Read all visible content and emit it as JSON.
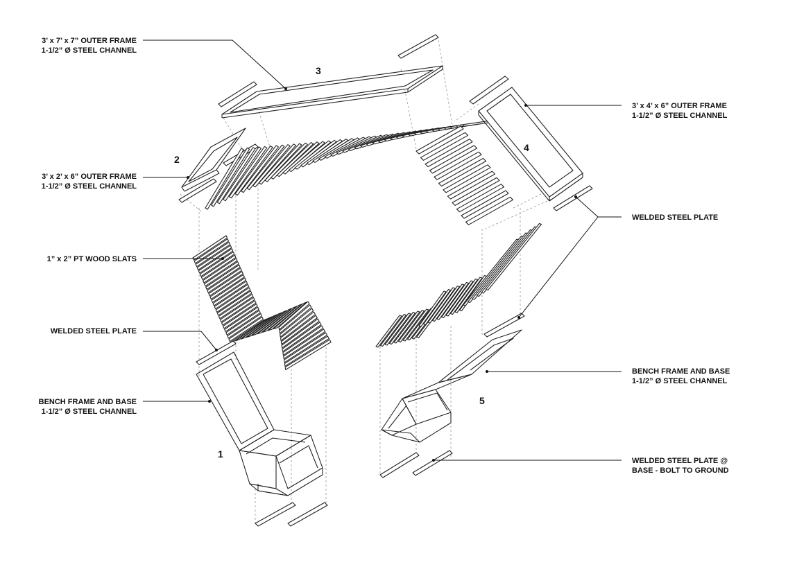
{
  "labels": {
    "frame3": [
      "3’ x 7’ x 7” OUTER FRAME",
      "1-1/2” Ø STEEL CHANNEL"
    ],
    "frame2": [
      "3’ x 2’ x 6” OUTER FRAME",
      "1-1/2” Ø STEEL CHANNEL"
    ],
    "slats": [
      "1” x 2” PT WOOD SLATS"
    ],
    "plate_left": [
      "WELDED STEEL PLATE"
    ],
    "bench_left": [
      "BENCH FRAME AND BASE",
      "1-1/2” Ø STEEL CHANNEL"
    ],
    "frame4": [
      "3’ x 4’ x 6” OUTER FRAME",
      "1-1/2” Ø STEEL CHANNEL"
    ],
    "plate_right": [
      "WELDED STEEL PLATE"
    ],
    "bench_right": [
      "BENCH FRAME AND BASE",
      "1-1/2” Ø STEEL CHANNEL"
    ],
    "plate_base": [
      "WELDED STEEL PLATE @",
      "BASE - BOLT TO GROUND"
    ]
  },
  "numbers": {
    "n1": "1",
    "n2": "2",
    "n3": "3",
    "n4": "4",
    "n5": "5"
  }
}
